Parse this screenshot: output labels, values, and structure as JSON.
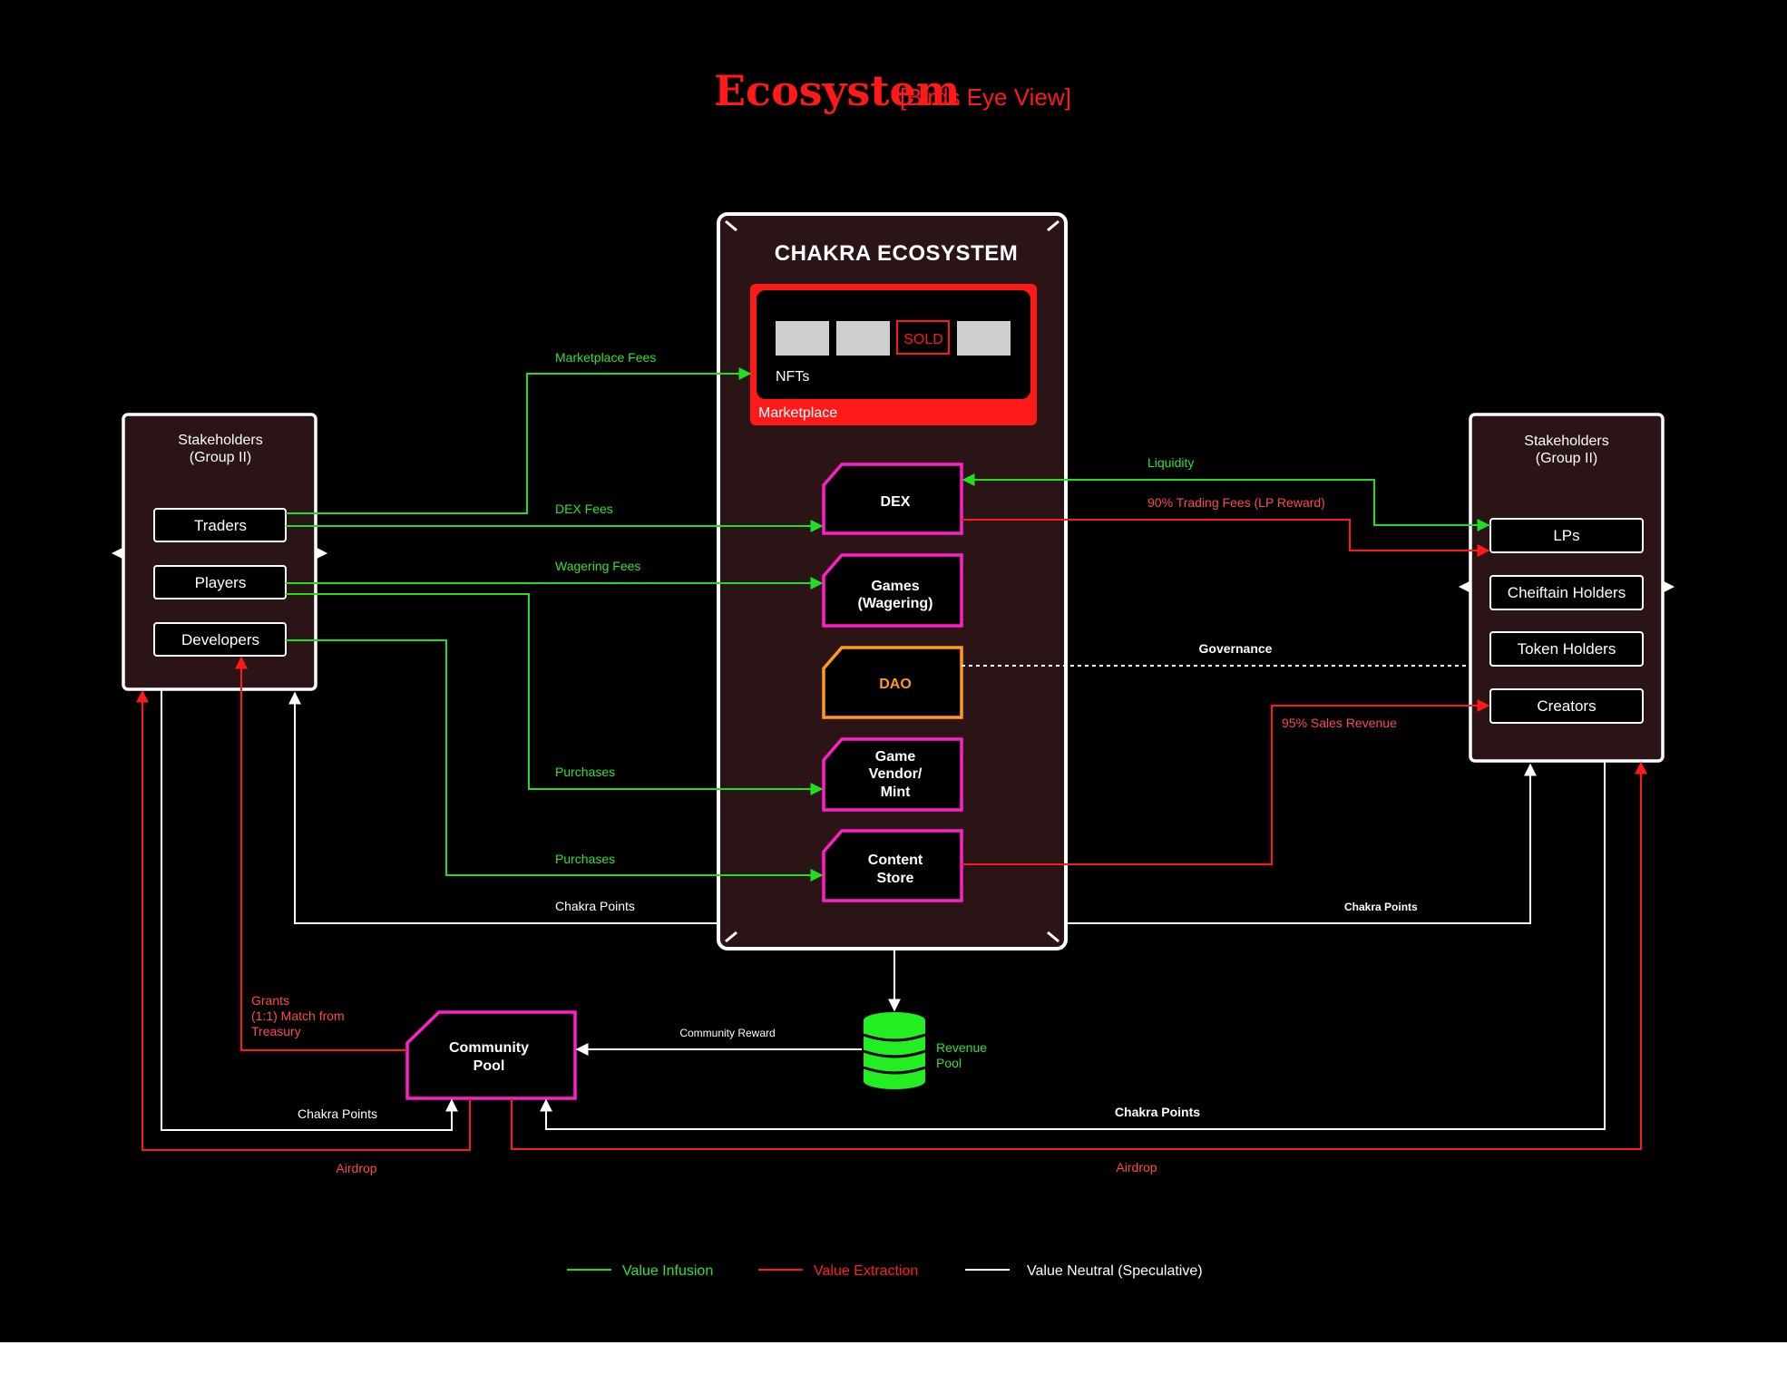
{
  "header": {
    "title": "Ecosystem",
    "subtitle": "[Birds Eye View]"
  },
  "core": {
    "title": "CHAKRA ECOSYSTEM",
    "marketplace": {
      "label": "Marketplace",
      "nfts_label": "NFTs",
      "sold_label": "SOLD"
    },
    "nodes": {
      "dex": "DEX",
      "games_1": "Games",
      "games_2": "(Wagering)",
      "dao": "DAO",
      "vendor_1": "Game",
      "vendor_2": "Vendor/",
      "vendor_3": "Mint",
      "store_1": "Content",
      "store_2": "Store"
    }
  },
  "left_stakeholders": {
    "title_1": "Stakeholders",
    "title_2": "(Group II)",
    "items": [
      "Traders",
      "Players",
      "Developers"
    ]
  },
  "right_stakeholders": {
    "title_1": "Stakeholders",
    "title_2": "(Group II)",
    "items": [
      "LPs",
      "Cheiftain Holders",
      "Token Holders",
      "Creators"
    ]
  },
  "community_pool": {
    "line_1": "Community",
    "line_2": "Pool"
  },
  "revenue_pool": {
    "line_1": "Revenue",
    "line_2": "Pool"
  },
  "flows": {
    "marketplace_fees": "Marketplace Fees",
    "dex_fees": "DEX Fees",
    "wagering_fees": "Wagering Fees",
    "purchases_vendor": "Purchases",
    "purchases_store": "Purchases",
    "chakra_points_left": "Chakra Points",
    "chakra_points_right": "Chakra Points",
    "liquidity": "Liquidity",
    "trading_fees": "90% Trading Fees (LP Reward)",
    "governance": "Governance",
    "sales_revenue": "95% Sales Revenue",
    "community_reward": "Community Reward",
    "grants_1": "Grants",
    "grants_2": "(1:1) Match from",
    "grants_3": "Treasury",
    "chakra_points_pool_left": "Chakra Points",
    "chakra_points_pool_right": "Chakra Points",
    "airdrop_left": "Airdrop",
    "airdrop_right": "Airdrop"
  },
  "legend": {
    "infusion": "Value Infusion",
    "extraction": "Value Extraction",
    "neutral": "Value Neutral (Speculative)"
  },
  "colors": {
    "background": "#000000",
    "panel": "#2a1416",
    "green": "#22dd22",
    "red": "#ff1a1a",
    "magenta": "#ff1fc8",
    "orange": "#ff9a1a",
    "white": "#ffffff"
  }
}
